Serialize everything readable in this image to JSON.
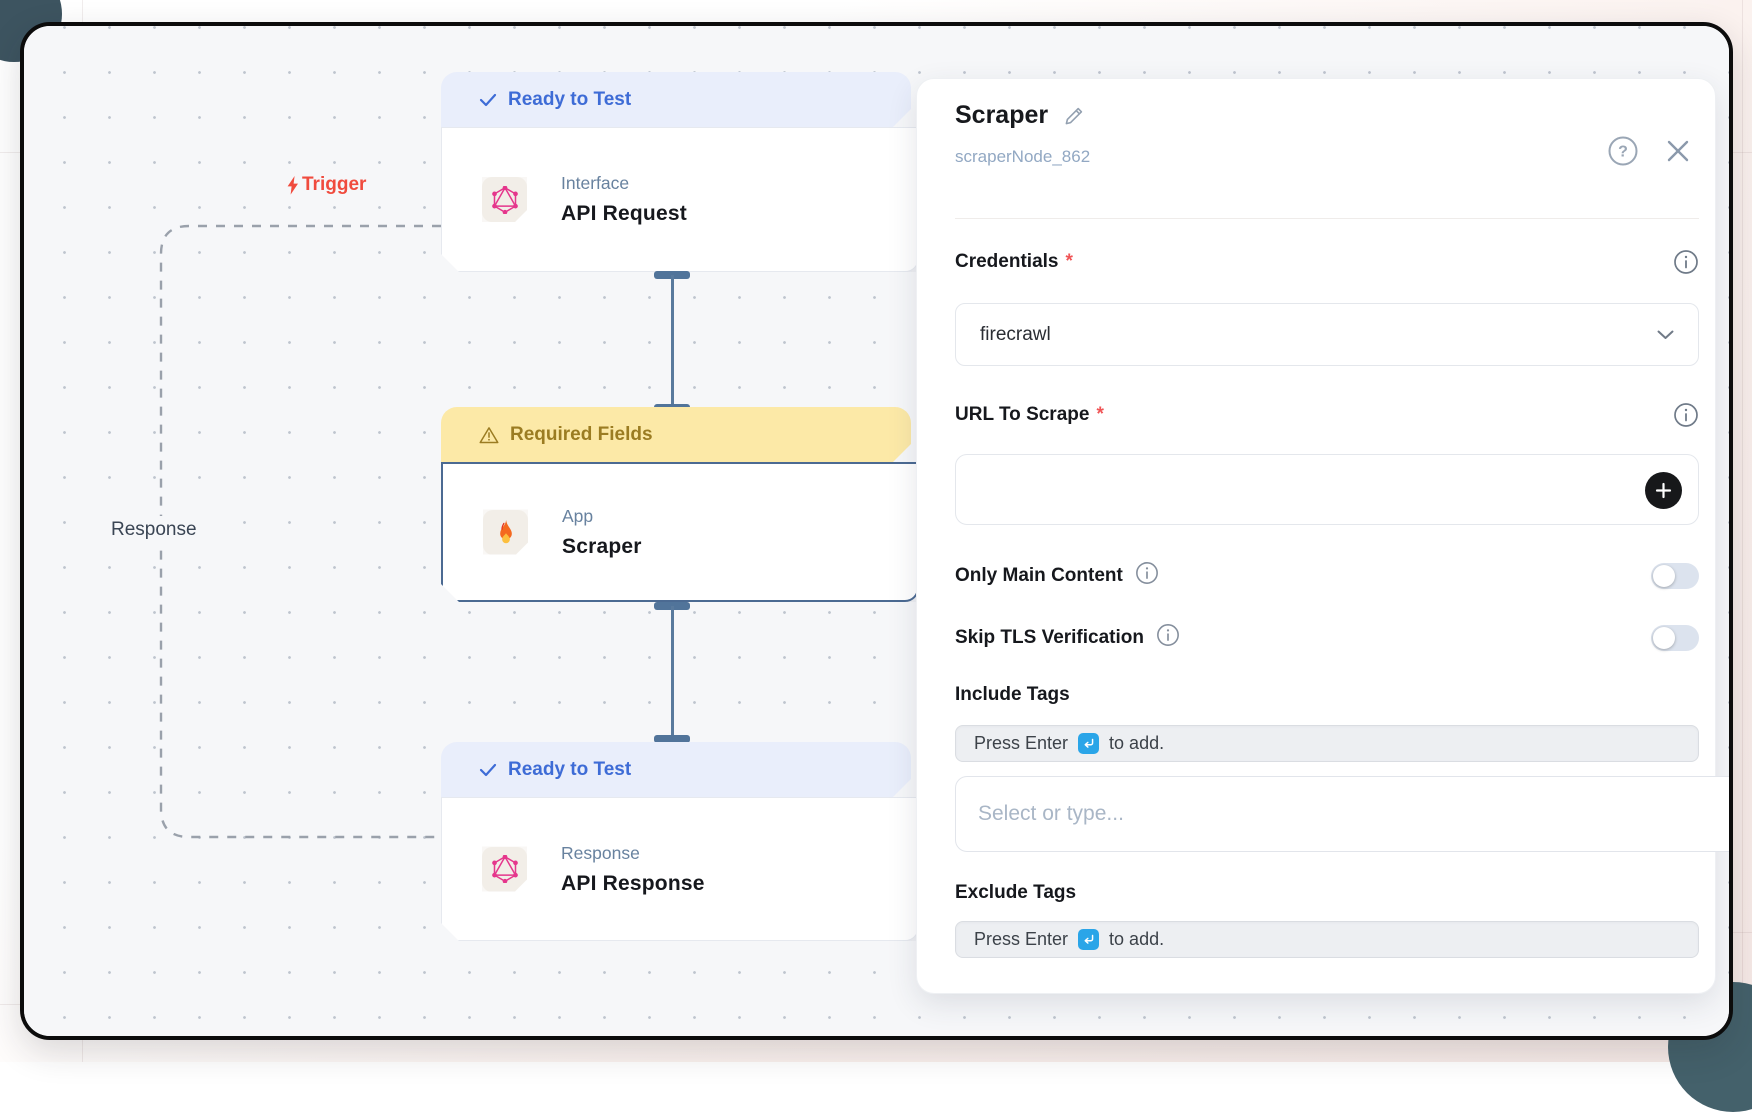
{
  "canvas": {
    "trigger_label": "Trigger",
    "response_label": "Response",
    "nodes": [
      {
        "status": "Ready to Test",
        "category": "Interface",
        "title": "API Request",
        "icon": "graphql-icon"
      },
      {
        "status": "Required Fields",
        "category": "App",
        "title": "Scraper",
        "icon": "flame-icon"
      },
      {
        "status": "Ready to Test",
        "category": "Response",
        "title": "API Response",
        "icon": "graphql-icon"
      }
    ]
  },
  "panel": {
    "title": "Scraper",
    "node_id": "scraperNode_862",
    "required_marker": "*",
    "credentials": {
      "label": "Credentials",
      "value": "firecrawl"
    },
    "url_to_scrape": {
      "label": "URL To Scrape",
      "value": ""
    },
    "only_main_content": {
      "label": "Only Main Content",
      "enabled": false
    },
    "skip_tls_verification": {
      "label": "Skip TLS Verification",
      "enabled": false
    },
    "include_tags": {
      "label": "Include Tags",
      "hint_prefix": "Press Enter",
      "hint_suffix": "to add.",
      "placeholder": "Select or type..."
    },
    "exclude_tags": {
      "label": "Exclude Tags",
      "hint_prefix": "Press Enter",
      "hint_suffix": "to add."
    }
  },
  "colors": {
    "ready_badge_bg": "#e9eefb",
    "ready_badge_text": "#3e6cd6",
    "warning_badge_bg": "#fce9a7",
    "warning_badge_text": "#9b7c22",
    "trigger_red": "#f04b3e",
    "connector_slate": "#597a9d",
    "node_icon_pink": "#e5368c",
    "enter_key_blue": "#2aa5e8",
    "selected_node_border": "#4b6a92"
  }
}
